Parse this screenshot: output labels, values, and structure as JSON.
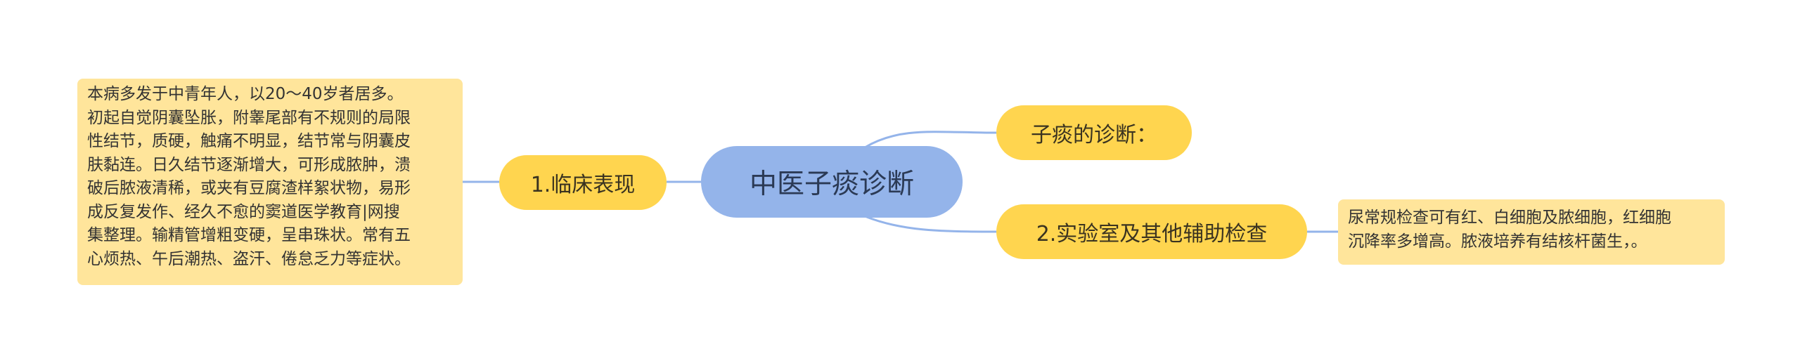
{
  "root": {
    "label": "中医子痰诊断"
  },
  "branches": {
    "clinical": {
      "label": "1.临床表现",
      "detail_lines": [
        "本病多发于中青年人，以20～40岁者居多。",
        "初起自觉阴囊坠胀，附睾尾部有不规则的局限",
        "性结节，质硬，触痛不明显，结节常与阴囊皮",
        "肤黏连。日久结节逐渐增大，可形成脓肿，溃",
        "破后脓液清稀，或夹有豆腐渣样絮状物，易形",
        "成反复发作、经久不愈的窦道医学教育|网搜",
        "集整理。输精管增粗变硬，呈串珠状。常有五",
        "心烦热、午后潮热、盗汗、倦怠乏力等症状。"
      ]
    },
    "diagnosis": {
      "label": "子痰的诊断："
    },
    "lab": {
      "label": "2.实验室及其他辅助检查",
      "detail_lines": [
        "尿常规检查可有红、白细胞及脓细胞，红细胞",
        "沉降率多增高。脓液培养有结核杆菌生，。"
      ]
    }
  },
  "colors": {
    "root": "#94b4ea",
    "branch": "#ffd54f",
    "leaf": "#ffe59b",
    "link": "#94b4ea"
  }
}
